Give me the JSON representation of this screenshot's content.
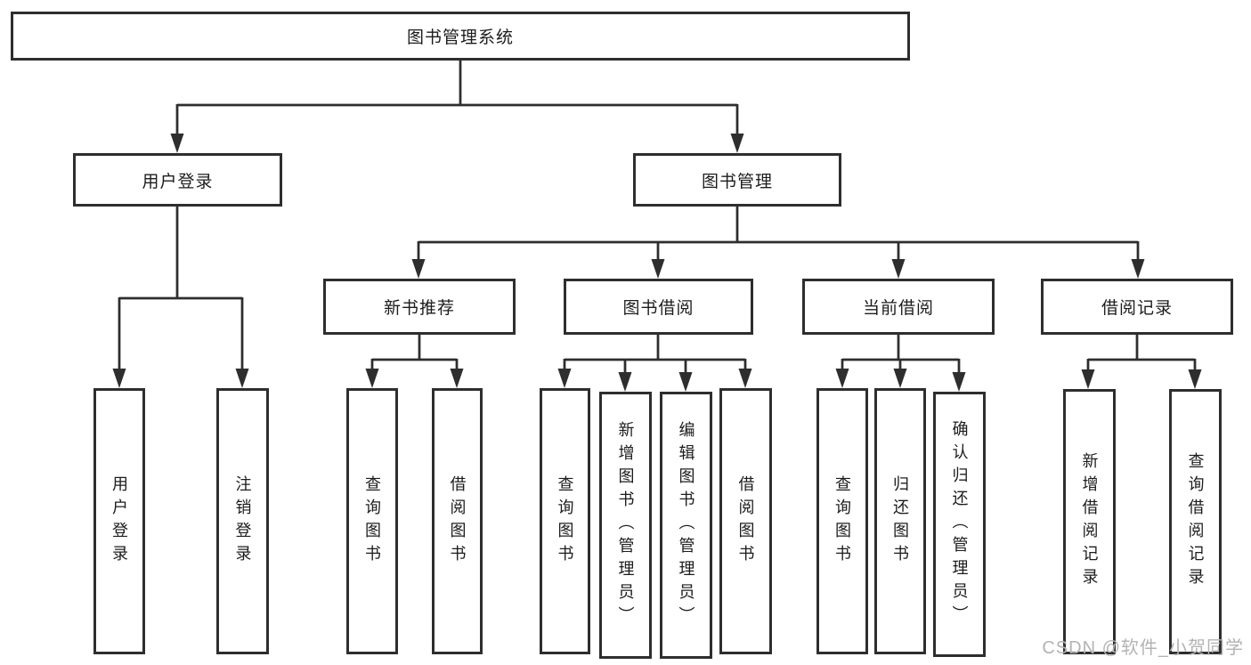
{
  "tree": {
    "label": "图书管理系统",
    "children": [
      {
        "label": "用户登录",
        "children": [
          {
            "label": "用户登录"
          },
          {
            "label": "注销登录"
          }
        ]
      },
      {
        "label": "图书管理",
        "children": [
          {
            "label": "新书推荐",
            "children": [
              {
                "label": "查询图书"
              },
              {
                "label": "借阅图书"
              }
            ]
          },
          {
            "label": "图书借阅",
            "children": [
              {
                "label": "查询图书"
              },
              {
                "label": "新增图书（管理员）"
              },
              {
                "label": "编辑图书（管理员）"
              },
              {
                "label": "借阅图书"
              }
            ]
          },
          {
            "label": "当前借阅",
            "children": [
              {
                "label": "查询图书"
              },
              {
                "label": "归还图书"
              },
              {
                "label": "确认归还（管理员）"
              }
            ]
          },
          {
            "label": "借阅记录",
            "children": [
              {
                "label": "新增借阅记录"
              },
              {
                "label": "查询借阅记录"
              }
            ]
          }
        ]
      }
    ]
  },
  "watermark": "CSDN @软件_小贺同学",
  "colors": {
    "line": "#2e2e2e",
    "border": "#2e2e2e",
    "text": "#1c1c1c",
    "watermark": "#b3b3b3",
    "background": "#ffffff"
  }
}
